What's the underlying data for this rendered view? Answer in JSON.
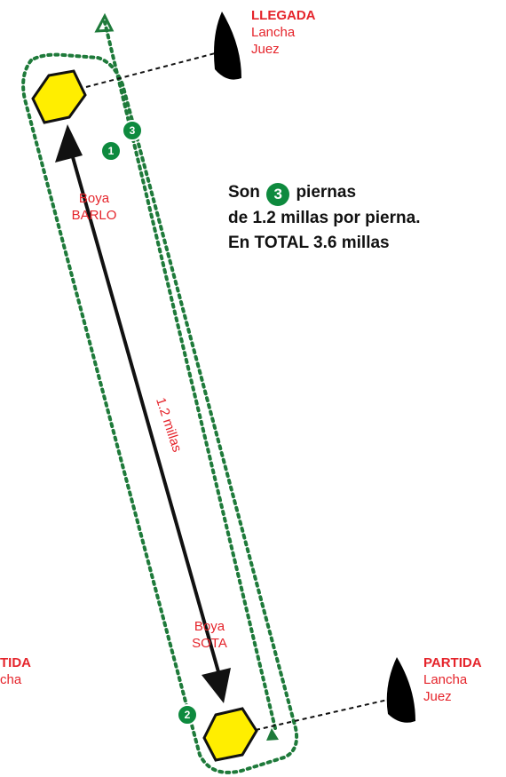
{
  "finish": {
    "role": "LLEGADA",
    "line1": "Lancha",
    "line2": "Juez"
  },
  "start": {
    "role": "PARTIDA",
    "line1": "Lancha",
    "line2": "Juez"
  },
  "start_left_partial": {
    "role": "TIDA",
    "line1": "cha"
  },
  "buoy_top": {
    "line1": "Boya",
    "line2": "BARLO"
  },
  "buoy_bottom": {
    "line1": "Boya",
    "line2": "SOTA"
  },
  "distance_label": "1.2 millas",
  "legs": [
    "1",
    "2",
    "3"
  ],
  "summary": {
    "prefix": "Son",
    "legs_count": "3",
    "suffix": "piernas",
    "line2": "de 1.2 millas por pierna.",
    "line3": "En TOTAL 3.6 millas"
  },
  "colors": {
    "route": "#1e7a3a",
    "buoy": "#ffee00",
    "text_red": "#e5242b",
    "badge": "#0e8a3e",
    "boat": "#000000"
  }
}
